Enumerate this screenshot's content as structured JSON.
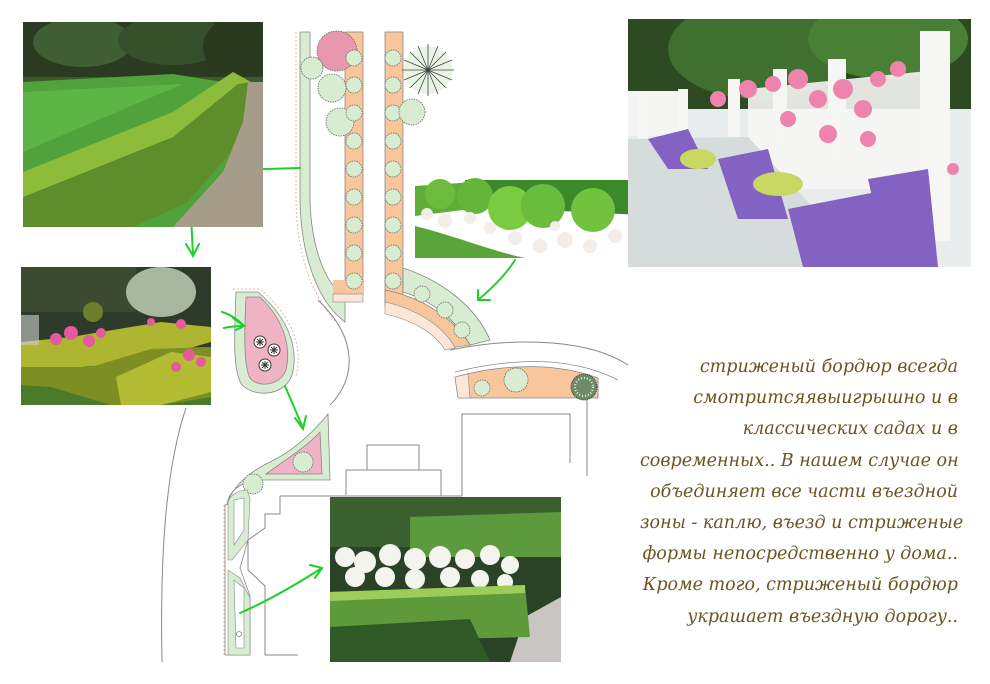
{
  "board": {
    "title": "",
    "background": "#ffffff"
  },
  "description": {
    "lines": [
      "стриженый бордюр всегда",
      "смотритсяявыигрышно и в",
      "классических садах  и в",
      "современных.. В нашем случае он",
      "объединяет все части въездной",
      "зоны - каплю, въезд и стриженые",
      "формы непосредственно у дома..",
      "Кроме того, стриженый бордюр",
      "украшает въездную дорогу.."
    ],
    "color": "#6b5420"
  },
  "photos": [
    {
      "id": "hedge-lawn",
      "subject": "long clipped boxwood hedge along lawn and gravel path"
    },
    {
      "id": "rose-parterre",
      "subject": "boxwood parterre with pink roses"
    },
    {
      "id": "boxwood-balls-white-roses",
      "subject": "boxwood spheres with white flowering shrubs"
    },
    {
      "id": "fence-roses-salvia",
      "subject": "white picket fence with pink roses and purple salvia border"
    },
    {
      "id": "hydrangea-box-hedge",
      "subject": "white hydrangeas inside clipped box hedge"
    }
  ],
  "plan": {
    "colors": {
      "hedge": "#d8ecd2",
      "bed_orange": "#f9c59a",
      "bed_pink": "#f0b3c4",
      "tree_pink": "#e797ae",
      "paving": "#fbe6d8",
      "outline": "#7a7a7a",
      "arrow": "#1fcf2a"
    },
    "elements": [
      "drop-shaped bed",
      "triangular bed",
      "driveway borders",
      "arc border",
      "house outline",
      "curved driveway"
    ]
  },
  "arrows": [
    {
      "from": "hedge-lawn",
      "to": "left driveway border"
    },
    {
      "from": "hedge-lawn",
      "to": "rose-parterre"
    },
    {
      "from": "rose-parterre",
      "to": "drop-shaped bed"
    },
    {
      "from": "drop-shaped bed",
      "to": "triangular bed"
    },
    {
      "from": "boxwood-balls-white-roses",
      "to": "arc border"
    },
    {
      "from": "lower border",
      "to": "hydrangea-box-hedge"
    }
  ]
}
